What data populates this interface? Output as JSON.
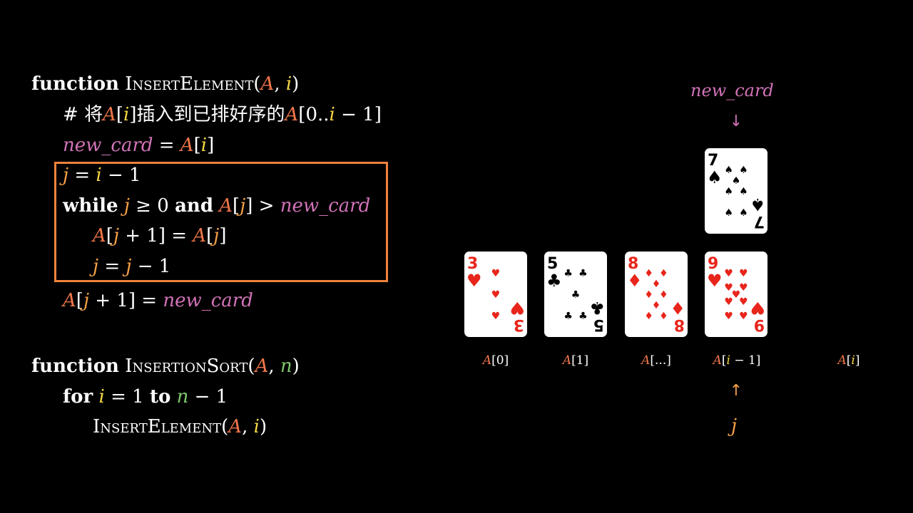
{
  "code": {
    "function_kw": "function",
    "for_kw": "for",
    "while_kw": "while",
    "and_kw": "and",
    "to_kw": "to",
    "insert_element_name": "InsertElement",
    "insertion_sort_name": "InsertionSort",
    "var_A": "A",
    "var_i": "i",
    "var_j": "j",
    "var_n": "n",
    "var_new_card": "new_card",
    "comment_hash": "#",
    "comment_text_1": "将",
    "comment_text_2": "插入到已排好序的",
    "one": "1",
    "zero": "0",
    "range_tail": "0..",
    "minus_one": " − 1",
    "plus_one": " + 1"
  },
  "cards": {
    "new_card": {
      "rank": "7",
      "suit": "spade",
      "color": "#000000"
    },
    "row": [
      {
        "rank": "3",
        "suit": "heart",
        "color": "#e8251b"
      },
      {
        "rank": "5",
        "suit": "club",
        "color": "#000000"
      },
      {
        "rank": "8",
        "suit": "diamond",
        "color": "#e8251b"
      },
      {
        "rank": "9",
        "suit": "heart",
        "color": "#e8251b"
      }
    ]
  },
  "labels": {
    "new_card_label": "new_card",
    "idx0": "[0]",
    "idx1": "[1]",
    "idx_dots": "[...]",
    "idx_i_minus_open": "[",
    "idx_i_minus_close": " − 1]",
    "idx_i_open": "[",
    "idx_i_close": "]",
    "j_label": "j"
  },
  "colors": {
    "array_A": "#f0764a",
    "index_i": "#f5d742",
    "n": "#7fc96b",
    "new_card": "#d173b8",
    "j": "#f5a046",
    "highlight_box": "#f0833a"
  }
}
